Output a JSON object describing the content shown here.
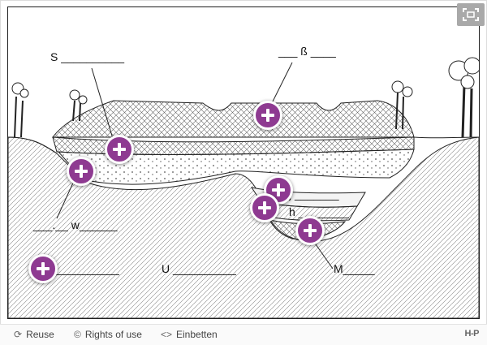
{
  "labels": {
    "s": "S __________",
    "beta": "___ ß ____",
    "j": "j _______",
    "h": "h ________",
    "w": "___.__ w______",
    "blank": "__________",
    "u": "U __________",
    "m": "M_____"
  },
  "footer": {
    "reuse": "Reuse",
    "rights": "Rights of use",
    "embed": "Einbetten",
    "logo": "H-P"
  },
  "icons": {
    "reuse": "reuse-icon",
    "rights": "copyright-icon",
    "embed": "code-icon",
    "fullscreen": "fullscreen-icon",
    "hotspot": "plus-icon"
  },
  "colors": {
    "hotspot": "#8e3a91",
    "fullscreen_bg": "#a9a9a9"
  }
}
